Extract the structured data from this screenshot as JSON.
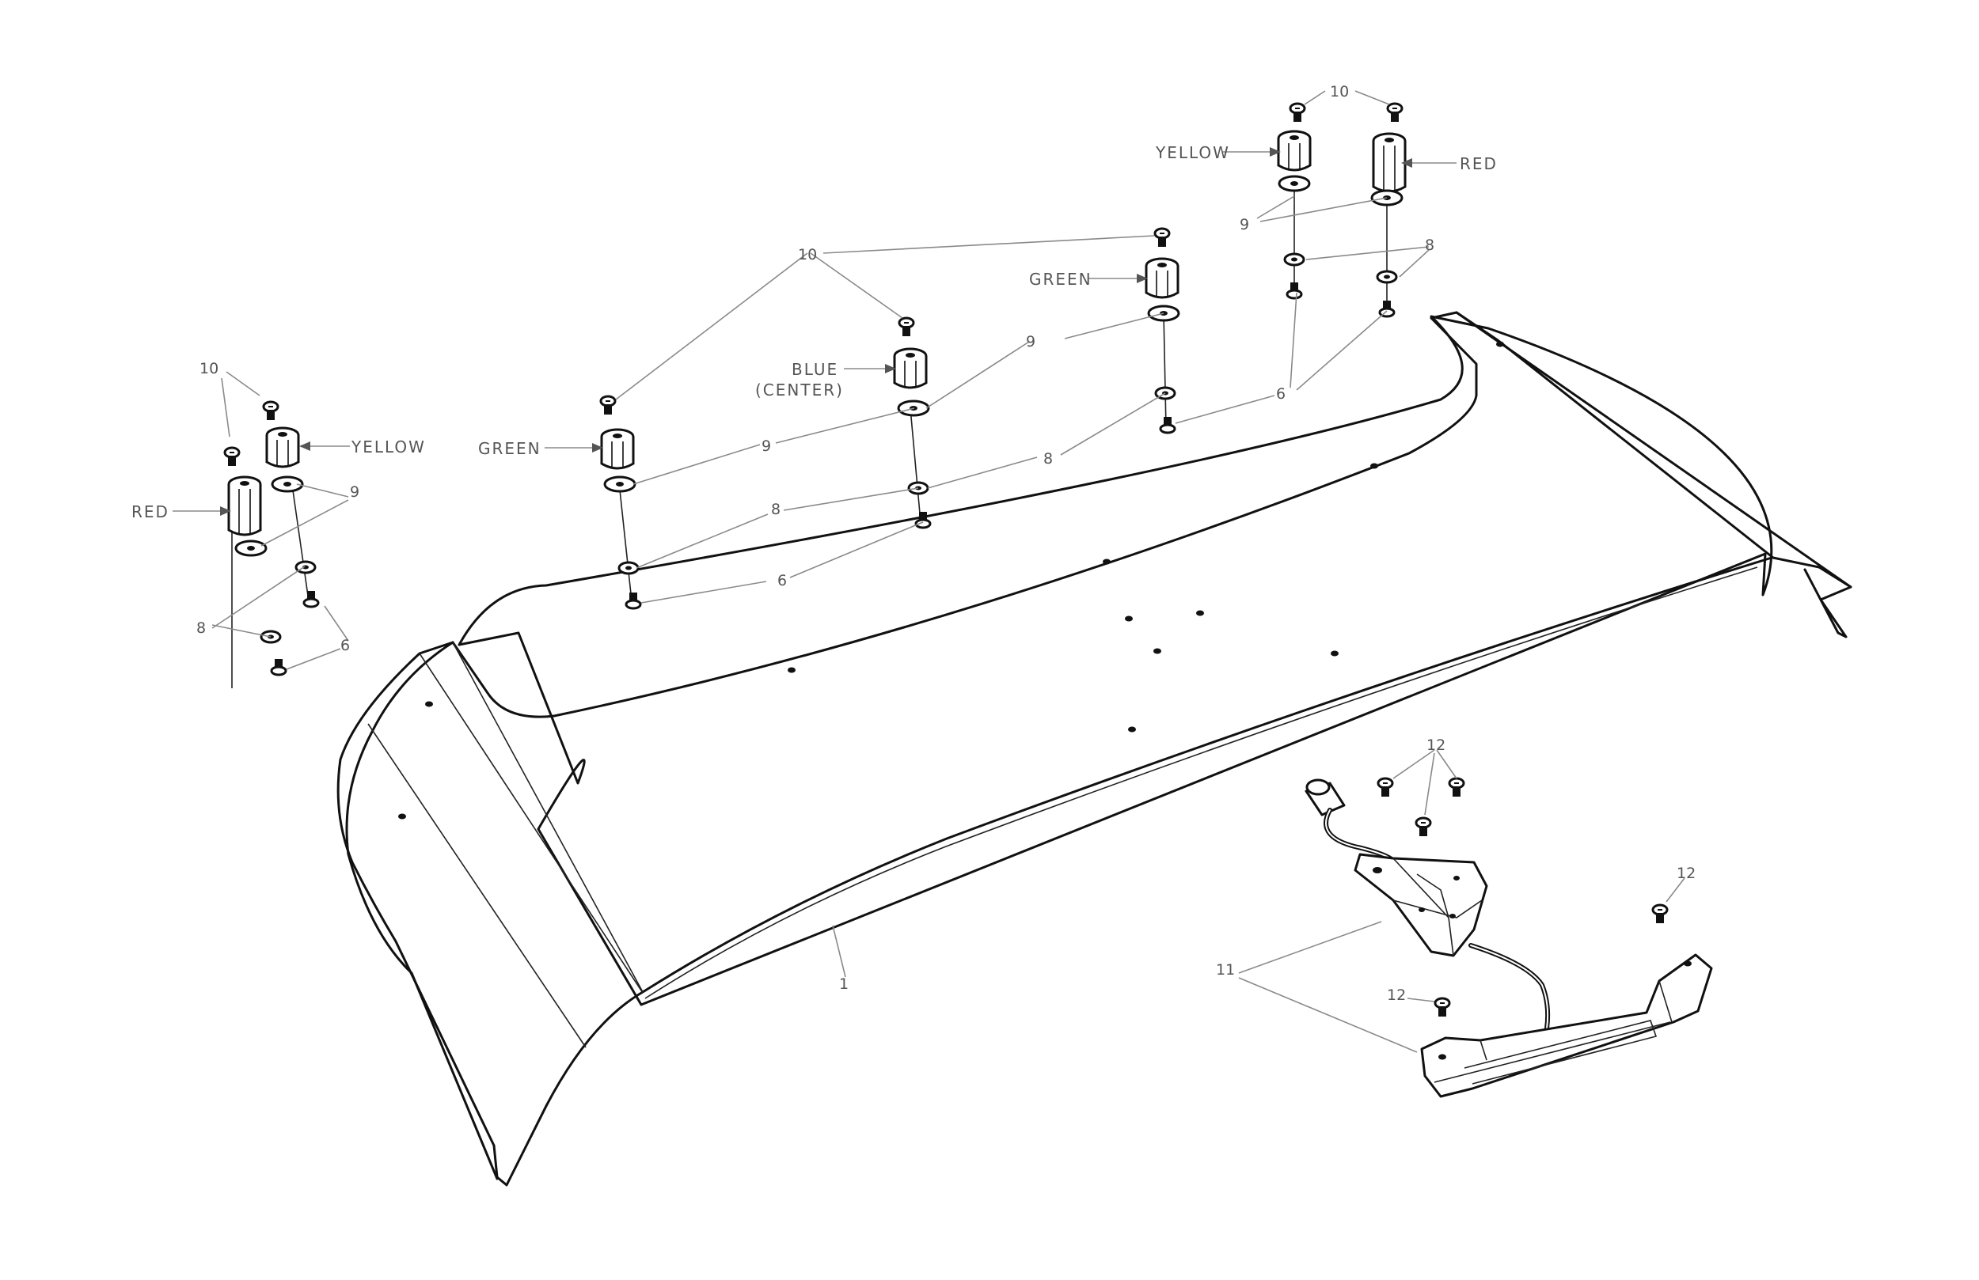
{
  "callouts": {
    "spoiler": "1",
    "screw_6": "6",
    "washer_8": "8",
    "washer_9": "9",
    "screw_10": "10",
    "brake_light": "11",
    "screw_12": "12"
  },
  "spacer_labels": {
    "red": "RED",
    "yellow": "YELLOW",
    "green": "GREEN",
    "blue": "BLUE",
    "blue_note": "(CENTER)"
  }
}
